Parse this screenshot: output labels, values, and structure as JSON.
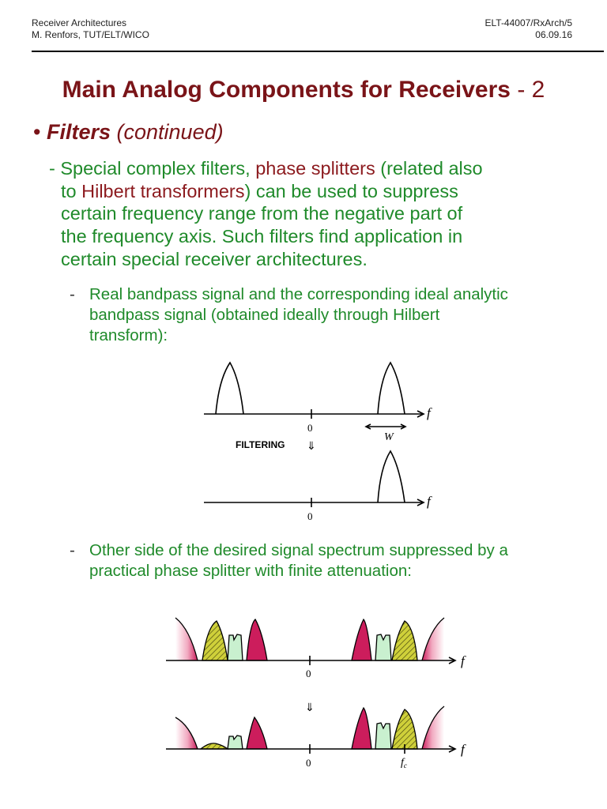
{
  "header": {
    "course_title": "Receiver Architectures",
    "author": "M. Renfors, TUT/ELT/WICO",
    "course_code": "ELT-44007/RxArch/5",
    "date": "06.09.16"
  },
  "slide": {
    "title": "Main Analog Components for Receivers",
    "title_suffix": "- 2"
  },
  "bullet": {
    "label": "Filters",
    "note": "(continued)"
  },
  "paragraph": {
    "l1_a": "- Special complex filters, ",
    "l1_b": "phase splitters",
    "l1_c": " (related also",
    "l2_a": "to ",
    "l2_b": "Hilbert transformers",
    "l2_c": ") can be used to suppress",
    "l3": "certain frequency range from the negative part of",
    "l4": "the frequency axis. Such filters find application in",
    "l5": "certain special receiver architectures."
  },
  "sub_items": [
    {
      "dash": "-",
      "lines": [
        "Real bandpass signal and the corresponding ideal analytic",
        "bandpass signal (obtained ideally through Hilbert",
        "transform):"
      ]
    },
    {
      "dash": "-",
      "lines": [
        "Other side of the desired signal spectrum suppressed by a",
        "practical phase splitter with finite attenuation:"
      ]
    }
  ],
  "figure1": {
    "f": "f",
    "zero": "0",
    "w": "W",
    "filtering": "FILTERING",
    "arrow": "⇓"
  },
  "figure2": {
    "f": "f",
    "zero": "0",
    "arrow": "⇓",
    "fc": "f",
    "fc_sub": "c"
  },
  "colors": {
    "title": "#7a1418",
    "text_green": "#1f8a2a",
    "text_red": "#8c1a1e",
    "magenta": "#cc1d5c",
    "olive": "#cfd03a",
    "light_green": "#c9f0cf"
  }
}
